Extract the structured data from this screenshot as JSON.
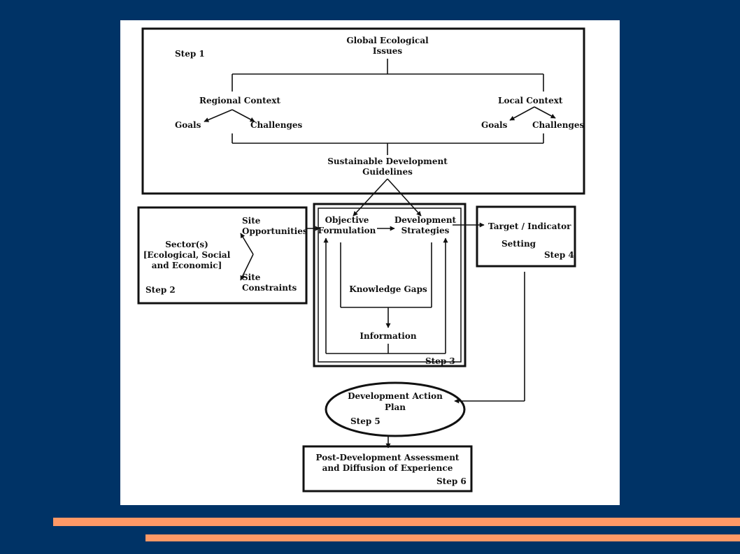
{
  "colors": {
    "background": "#003366",
    "accent_stripes": "#FF9966",
    "paper": "#ffffff",
    "ink": "#111111"
  },
  "diagram": {
    "step1": {
      "label": "Step 1",
      "global_issues": [
        "Global Ecological",
        "Issues"
      ],
      "regional_context": "Regional Context",
      "regional_goals": "Goals",
      "regional_challenges": "Challenges",
      "local_context": "Local Context",
      "local_goals": "Goals",
      "local_challenges": "Challenges",
      "guidelines": [
        "Sustainable Development",
        "Guidelines"
      ]
    },
    "step2": {
      "label": "Step 2",
      "sectors": [
        "Sector(s)",
        "[Ecological, Social",
        "and Economic]"
      ],
      "site_opportunities": [
        "Site",
        "Opportunities"
      ],
      "site_constraints": [
        "Site",
        "Constraints"
      ]
    },
    "step3": {
      "label": "Step 3",
      "objective": [
        "Objective",
        "Formulation"
      ],
      "strategies": [
        "Development",
        "Strategies"
      ],
      "knowledge_gaps": "Knowledge Gaps",
      "information": "Information"
    },
    "step4": {
      "label": "Step 4",
      "target": "Target / Indicator",
      "setting": "Setting"
    },
    "step5": {
      "label": "Step 5",
      "action_plan": [
        "Development Action",
        "Plan"
      ]
    },
    "step6": {
      "label": "Step 6",
      "assessment": [
        "Post-Development Assessment",
        "and Diffusion of Experience"
      ]
    }
  }
}
